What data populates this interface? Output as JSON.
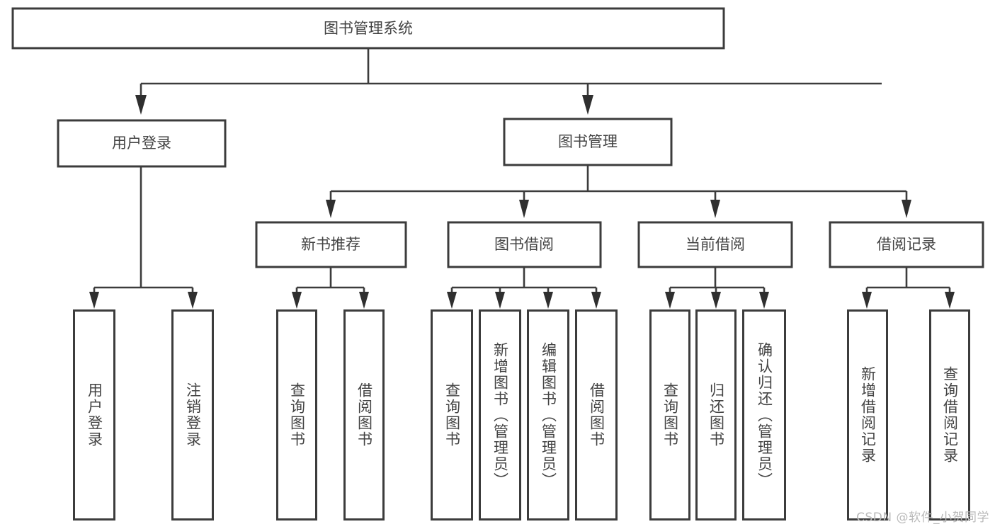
{
  "diagram": {
    "type": "tree",
    "title": "图书管理系统",
    "watermark": "CSDN @软件_小贺同学",
    "colors": {
      "background": "#ffffff",
      "node_fill": "#ffffff",
      "node_stroke": "#3c3c3c",
      "link": "#3c3c3c",
      "text": "#434343",
      "watermark": "#b9b9b9"
    },
    "root": {
      "label": "图书管理系统"
    },
    "level2": [
      {
        "label": "用户登录"
      },
      {
        "label": "图书管理"
      }
    ],
    "level3": [
      {
        "label": "新书推荐"
      },
      {
        "label": "图书借阅"
      },
      {
        "label": "当前借阅"
      },
      {
        "label": "借阅记录"
      }
    ],
    "leaves": {
      "user_login": [
        {
          "label": "用户登录"
        },
        {
          "label": "注销登录"
        }
      ],
      "new_book_recommend": [
        {
          "label": "查询图书"
        },
        {
          "label": "借阅图书"
        }
      ],
      "book_borrow": [
        {
          "label": "查询图书"
        },
        {
          "label": "新增图书（管理员）"
        },
        {
          "label": "编辑图书（管理员）"
        },
        {
          "label": "借阅图书"
        }
      ],
      "current_borrow": [
        {
          "label": "查询图书"
        },
        {
          "label": "归还图书"
        },
        {
          "label": "确认归还（管理员）"
        }
      ],
      "borrow_record": [
        {
          "label": "新增借阅记录"
        },
        {
          "label": "查询借阅记录"
        }
      ]
    }
  }
}
